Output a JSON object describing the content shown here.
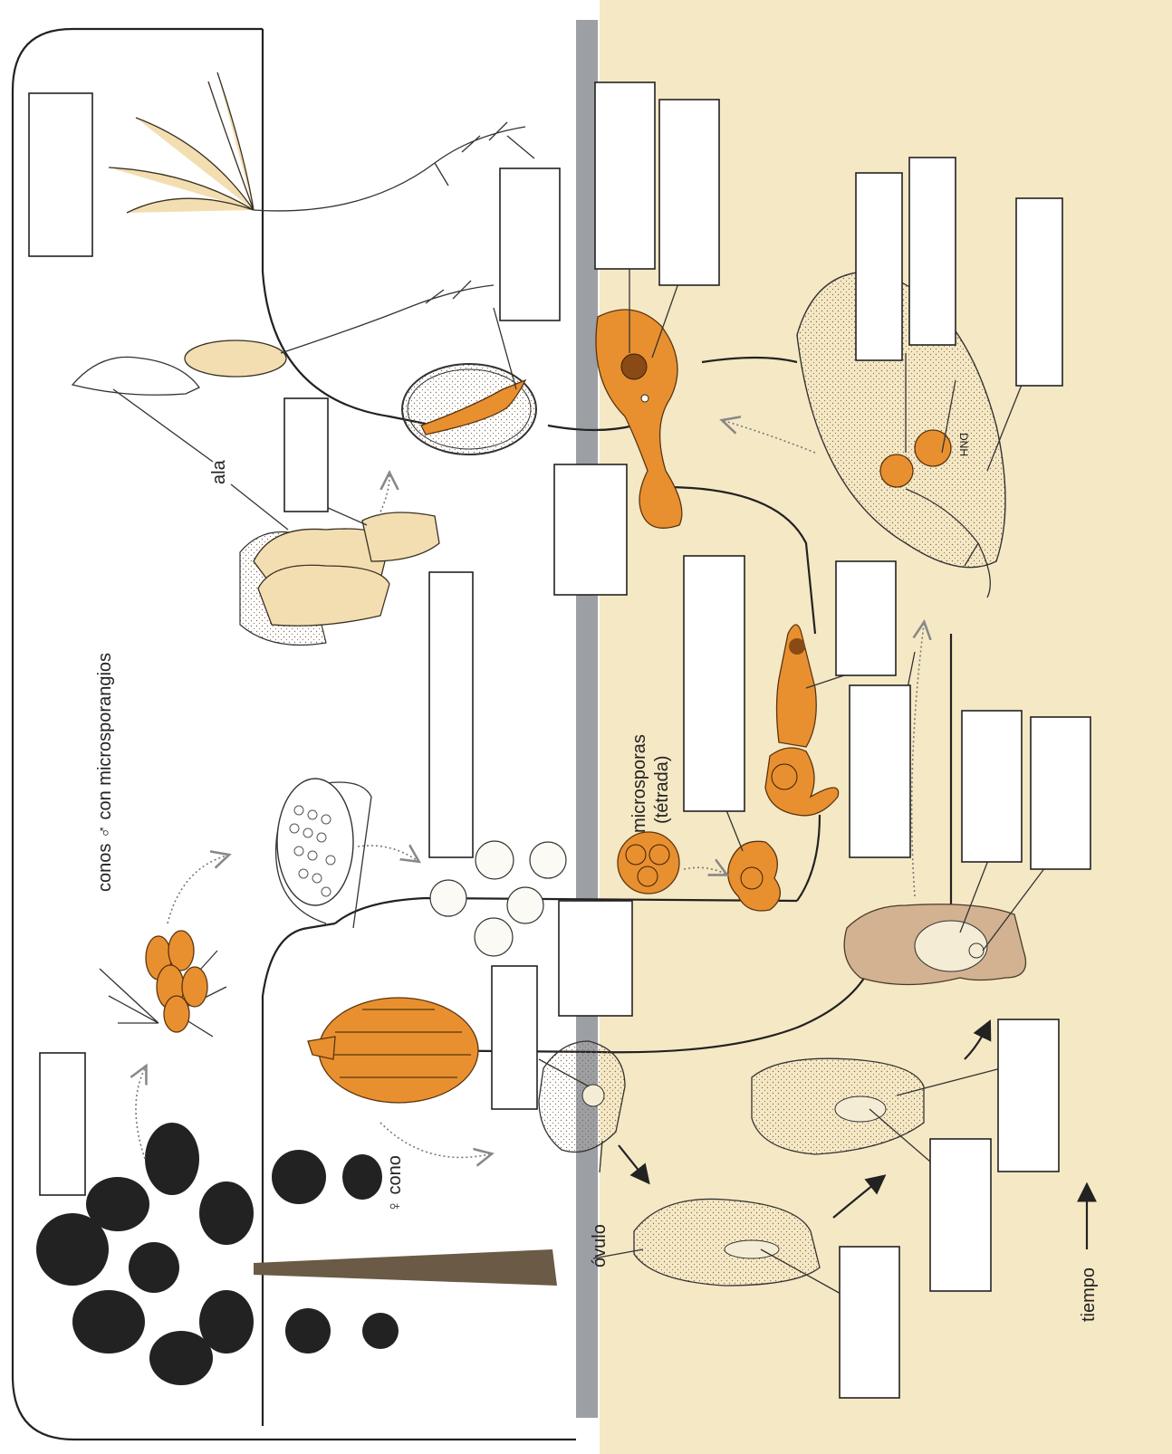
{
  "labels": {
    "microsporangia_cones": "conos ♂ con microsporangios",
    "female_cone": "♀ cono",
    "wing": "ala",
    "microspores": "microsporas",
    "tetrad": "(tétrada)",
    "ovule": "óvulo",
    "time": "tiempo",
    "artist_initials": "DNH"
  },
  "colors": {
    "sporophyte_bg": "#ffffff",
    "gametophyte_bg": "#f5e8c4",
    "divider": "#9c9fa3",
    "highlight_orange": "#e8902f",
    "tissue_tan": "#d2b291",
    "seed_cream": "#f2deb0"
  },
  "answer_boxes": [
    {
      "id": "box-1",
      "text": ""
    },
    {
      "id": "box-2",
      "text": ""
    },
    {
      "id": "box-3",
      "text": ""
    },
    {
      "id": "box-4",
      "text": ""
    },
    {
      "id": "box-5",
      "text": ""
    },
    {
      "id": "box-6",
      "text": ""
    },
    {
      "id": "box-7",
      "text": ""
    },
    {
      "id": "box-8",
      "text": ""
    },
    {
      "id": "box-9",
      "text": ""
    },
    {
      "id": "box-10",
      "text": ""
    },
    {
      "id": "box-11",
      "text": ""
    },
    {
      "id": "box-12",
      "text": ""
    },
    {
      "id": "box-13",
      "text": ""
    },
    {
      "id": "box-14",
      "text": ""
    },
    {
      "id": "box-15",
      "text": ""
    },
    {
      "id": "box-16",
      "text": ""
    },
    {
      "id": "box-17",
      "text": ""
    },
    {
      "id": "box-18",
      "text": ""
    },
    {
      "id": "box-19",
      "text": ""
    },
    {
      "id": "box-20",
      "text": ""
    },
    {
      "id": "box-21",
      "text": ""
    },
    {
      "id": "box-22",
      "text": ""
    }
  ]
}
